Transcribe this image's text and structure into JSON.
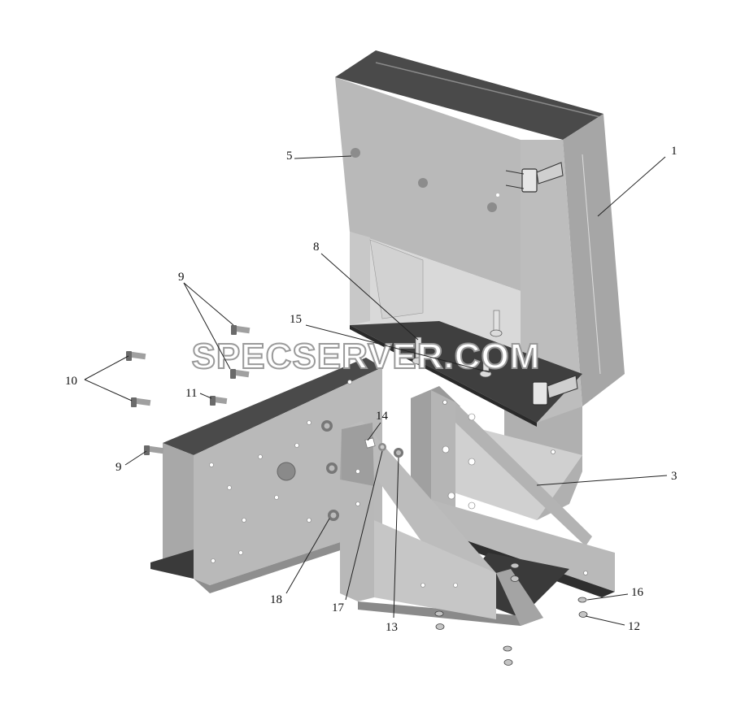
{
  "watermark": "SPECSERVER.COM",
  "callouts": [
    {
      "id": "c1",
      "label": "1"
    },
    {
      "id": "c3",
      "label": "3"
    },
    {
      "id": "c5",
      "label": "5"
    },
    {
      "id": "c8",
      "label": "8"
    },
    {
      "id": "c9a",
      "label": "9"
    },
    {
      "id": "c9b",
      "label": "9"
    },
    {
      "id": "c10",
      "label": "10"
    },
    {
      "id": "c11",
      "label": "11"
    },
    {
      "id": "c12",
      "label": "12"
    },
    {
      "id": "c13",
      "label": "13"
    },
    {
      "id": "c14",
      "label": "14"
    },
    {
      "id": "c15",
      "label": "15"
    },
    {
      "id": "c16",
      "label": "16"
    },
    {
      "id": "c17",
      "label": "17"
    },
    {
      "id": "c18",
      "label": "18"
    }
  ],
  "colors": {
    "light_metal": "#b9b9b9",
    "mid_metal": "#9c9c9c",
    "dark_metal": "#4a4a4a",
    "edge": "#2a2a2a"
  }
}
